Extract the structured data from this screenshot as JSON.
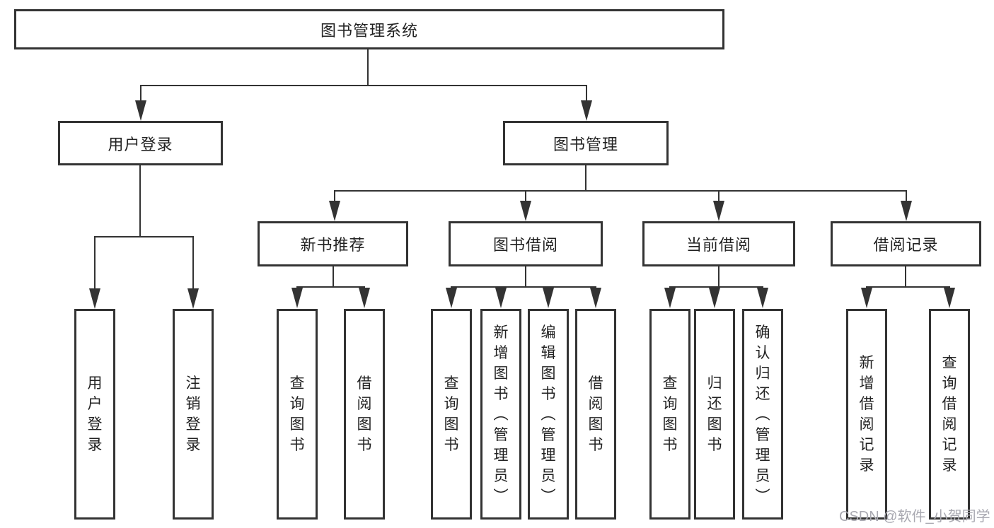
{
  "colors": {
    "line": "#333333",
    "text": "#222222",
    "watermark": "#a9a9b1",
    "background": "#ffffff"
  },
  "tree": {
    "root": "图书管理系统",
    "children": [
      {
        "label": "用户登录",
        "children": [
          "用户登录",
          "注销登录"
        ]
      },
      {
        "label": "图书管理",
        "children": [
          {
            "label": "新书推荐",
            "children": [
              "查询图书",
              "借阅图书"
            ]
          },
          {
            "label": "图书借阅",
            "children": [
              "查询图书",
              "新增图书（管理员）",
              "编辑图书（管理员）",
              "借阅图书"
            ]
          },
          {
            "label": "当前借阅",
            "children": [
              "查询图书",
              "归还图书",
              "确认归还（管理员）"
            ]
          },
          {
            "label": "借阅记录",
            "children": [
              "新增借阅记录",
              "查询借阅记录"
            ]
          }
        ]
      }
    ]
  },
  "watermark": "CSDN @软件_小贺同学"
}
